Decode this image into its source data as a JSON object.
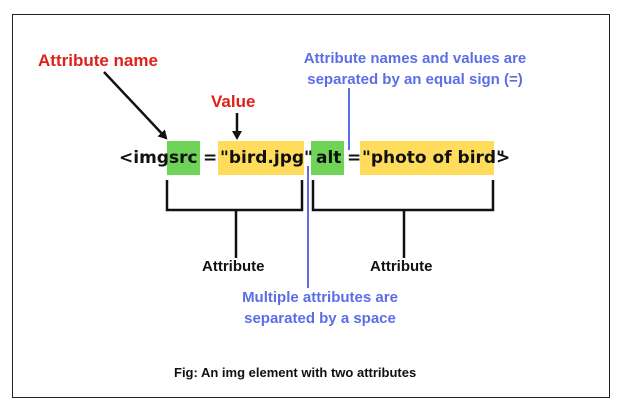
{
  "labels": {
    "attribute_name": "Attribute name",
    "value": "Value",
    "equal_sign_note_line1": "Attribute names and values are",
    "equal_sign_note_line2": "separated by an equal sign (=)",
    "space_note_line1": "Multiple attributes are",
    "space_note_line2": "separated by a space",
    "attribute_left": "Attribute",
    "attribute_right": "Attribute",
    "caption": "Fig: An img element with two attributes"
  },
  "code": {
    "open_tag": "<img",
    "attr1_name": "src",
    "eq1": "=",
    "attr1_value": "\"bird.jpg\"",
    "attr2_name": "alt",
    "eq2": "=",
    "attr2_value": "\"photo of bird\"",
    "close_tag": ">"
  },
  "colors": {
    "name_highlight": "#6ed356",
    "value_highlight": "#ffdc5c",
    "red_label": "#e0201b",
    "blue_note": "#5b6ee8"
  }
}
